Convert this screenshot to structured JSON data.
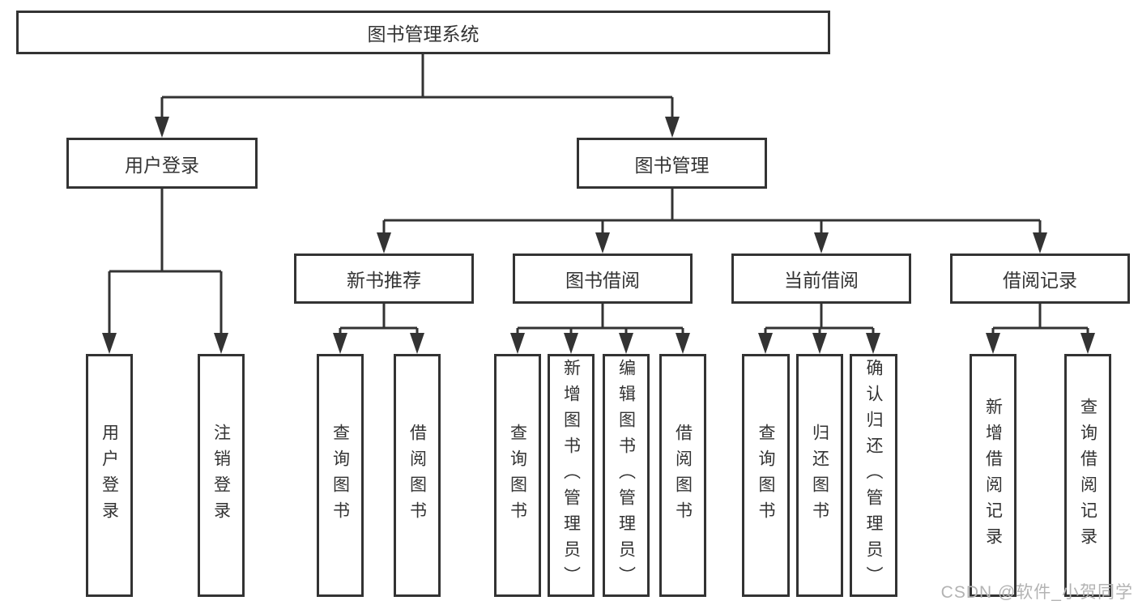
{
  "colors": {
    "line": "#333333",
    "box_border": "#333333",
    "box_fill": "#ffffff",
    "text": "#333333",
    "watermark_text": "#b3b3b3"
  },
  "tree": {
    "root": "图书管理系统",
    "level2": [
      {
        "label": "用户登录"
      },
      {
        "label": "图书管理"
      }
    ],
    "level3": [
      {
        "label": "新书推荐"
      },
      {
        "label": "图书借阅"
      },
      {
        "label": "当前借阅"
      },
      {
        "label": "借阅记录"
      }
    ],
    "leaves": {
      "user_login": [
        "用户登录",
        "注销登录"
      ],
      "new_books": [
        "查询图书",
        "借阅图书"
      ],
      "book_borrow": [
        "查询图书",
        "新增图书（管理员）",
        "编辑图书（管理员）",
        "借阅图书"
      ],
      "current_borrow": [
        "查询图书",
        "归还图书",
        "确认归还（管理员）"
      ],
      "borrow_records": [
        "新增借阅记录",
        "查询借阅记录"
      ]
    }
  },
  "watermark": "CSDN @软件_小贺同学"
}
